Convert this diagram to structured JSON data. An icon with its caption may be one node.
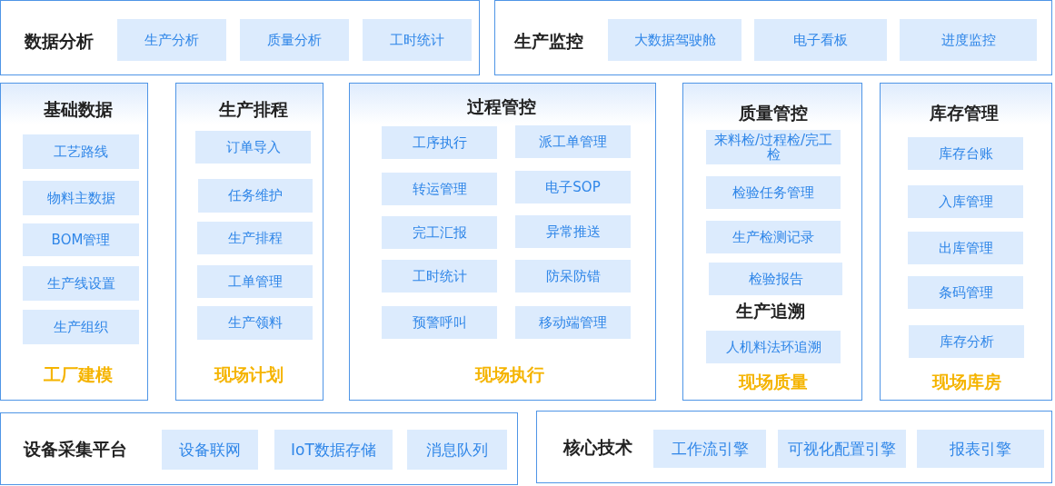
{
  "diagram": {
    "nodes": [
      {
        "text": [
          "数据分析"
        ]
      },
      {
        "text": [
          "生产分析"
        ],
        "in": 0
      },
      {
        "text": [
          "质量分析"
        ],
        "in": 0
      },
      {
        "text": [
          "工时统计"
        ],
        "in": 0
      },
      {
        "text": [
          "生产监控"
        ]
      },
      {
        "text": [
          "大数据驾驶舱"
        ],
        "in": 4
      },
      {
        "text": [
          "电子看板"
        ],
        "in": 4
      },
      {
        "text": [
          "进度监控"
        ],
        "in": 4
      },
      {
        "text": [
          "基础数据",
          "工厂建模"
        ]
      },
      {
        "text": [
          "工艺路线"
        ],
        "in": 8
      },
      {
        "text": [
          "物料主数据"
        ],
        "in": 8
      },
      {
        "text": [
          "BOM管理"
        ],
        "in": 8
      },
      {
        "text": [
          "生产线设置"
        ],
        "in": 8
      },
      {
        "text": [
          "生产组织"
        ],
        "in": 8
      },
      {
        "text": [
          "生产排程",
          "现场计划"
        ]
      },
      {
        "text": [
          "订单导入"
        ],
        "in": 14
      },
      {
        "text": [
          "任务维护"
        ],
        "in": 14
      },
      {
        "text": [
          "生产排程"
        ],
        "in": 14
      },
      {
        "text": [
          "工单管理"
        ],
        "in": 14
      },
      {
        "text": [
          "生产领料"
        ],
        "in": 14
      },
      {
        "text": [
          "过程管控",
          "现场执行"
        ]
      },
      {
        "text": [
          "工序执行"
        ],
        "in": 20
      },
      {
        "text": [
          "派工单管理"
        ],
        "in": 20
      },
      {
        "text": [
          "转运管理"
        ],
        "in": 20
      },
      {
        "text": [
          "电子SOP"
        ],
        "in": 20
      },
      {
        "text": [
          "完工汇报"
        ],
        "in": 20
      },
      {
        "text": [
          "异常推送"
        ],
        "in": 20
      },
      {
        "text": [
          "工时统计"
        ],
        "in": 20
      },
      {
        "text": [
          "防呆防错"
        ],
        "in": 20
      },
      {
        "text": [
          "预警呼叫"
        ],
        "in": 20
      },
      {
        "text": [
          "移动端管理"
        ],
        "in": 20
      },
      {
        "text": [
          "质量管控",
          "生产追溯",
          "现场质量"
        ]
      },
      {
        "text": [
          "来料检/过程检/完工检"
        ],
        "in": 31
      },
      {
        "text": [
          "检验任务管理"
        ],
        "in": 31
      },
      {
        "text": [
          "生产检测记录"
        ],
        "in": 31
      },
      {
        "text": [
          "检验报告"
        ],
        "in": 31
      },
      {
        "text": [
          "人机料法环追溯"
        ],
        "in": 31
      },
      {
        "text": [
          "库存管理",
          "现场库房"
        ]
      },
      {
        "text": [
          "库存台账"
        ],
        "in": 37
      },
      {
        "text": [
          "入库管理"
        ],
        "in": 37
      },
      {
        "text": [
          "出库管理"
        ],
        "in": 37
      },
      {
        "text": [
          "条码管理"
        ],
        "in": 37
      },
      {
        "text": [
          "库存分析"
        ],
        "in": 37
      },
      {
        "text": [
          "设备采集平台"
        ]
      },
      {
        "text": [
          "设备联网"
        ],
        "in": 43
      },
      {
        "text": [
          "IoT数据存储"
        ],
        "in": 43
      },
      {
        "text": [
          "消息队列"
        ],
        "in": 43
      },
      {
        "text": [
          "核心技术"
        ]
      },
      {
        "text": [
          "工作流引擎"
        ],
        "in": 47
      },
      {
        "text": [
          "可视化配置引擎"
        ],
        "in": 47
      },
      {
        "text": [
          "报表引擎"
        ],
        "in": 47
      }
    ]
  }
}
